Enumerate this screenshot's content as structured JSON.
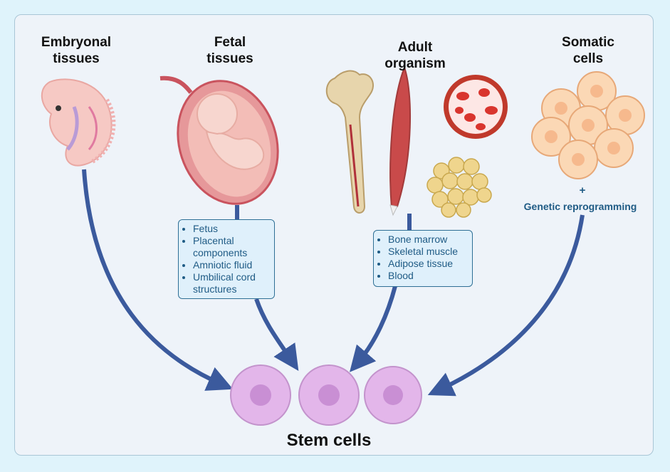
{
  "headings": {
    "embryonal_line1": "Embryonal",
    "embryonal_line2": "tissues",
    "fetal_line1": "Fetal",
    "fetal_line2": "tissues",
    "adult_line1": "Adult",
    "adult_line2": "organism",
    "somatic_line1": "Somatic",
    "somatic_line2": "cells"
  },
  "fetal_sources": [
    "Fetus",
    "Placental components",
    "Amniotic fluid",
    "Umbilical cord structures"
  ],
  "adult_sources": [
    "Bone marrow",
    "Skeletal muscle",
    "Adipose tissue",
    "Blood"
  ],
  "somatic": {
    "plus": "+",
    "method": "Genetic reprogramming"
  },
  "result": {
    "label": "Stem cells"
  },
  "icons": [
    "embryo-icon",
    "pregnant-uterus-icon",
    "bone-icon",
    "muscle-icon",
    "blood-cells-icon",
    "adipose-cells-icon",
    "somatic-cells-icon",
    "stem-cell-icon"
  ],
  "colors": {
    "arrow": "#3b5a9d",
    "box_border": "#2e6f95",
    "box_text": "#1f5b85",
    "stem_cell": "#e3b6ea",
    "nucleus": "#c98fd4"
  }
}
